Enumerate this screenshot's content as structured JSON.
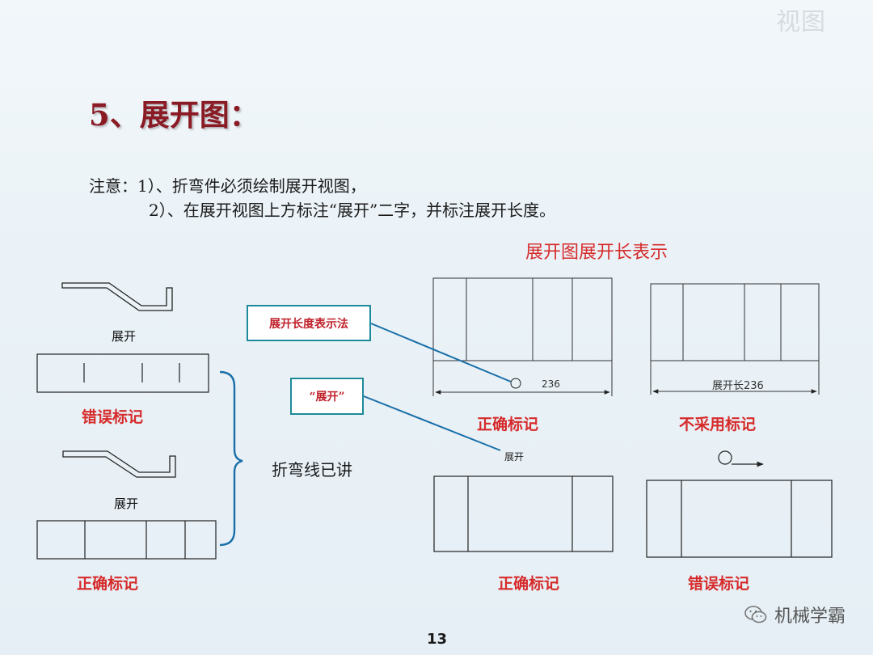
{
  "watermark": "视图",
  "slide_title": "5、展开图：",
  "notes": {
    "line1": "注意：1）、折弯件必须绘制展开视图，",
    "line2": "2）、在展开视图上方标注“展开”二字，并标注展开长度。"
  },
  "section_title": "展开图展开长表示",
  "left": {
    "top_caption": "展开",
    "top_label": "错误标记",
    "bottom_caption": "展开",
    "bottom_label": "正确标记",
    "bend_note": "折弯线已讲"
  },
  "callouts": {
    "method": "展开长度表示法",
    "zhankai": "“展开”"
  },
  "right": {
    "d1_dim": "236",
    "d1_label": "正确标记",
    "d2_dim": "展开长236",
    "d2_label": "不采用标记",
    "zhankai_text": "展开",
    "d3_label": "正确标记",
    "d4_label": "错误标记"
  },
  "page_number": "13",
  "brand": "机械学霸",
  "colors": {
    "title": "#8a1a24",
    "red_label": "#d62b2b",
    "callout_border": "#1e8a9a",
    "leader_line": "#1a6fa8"
  }
}
